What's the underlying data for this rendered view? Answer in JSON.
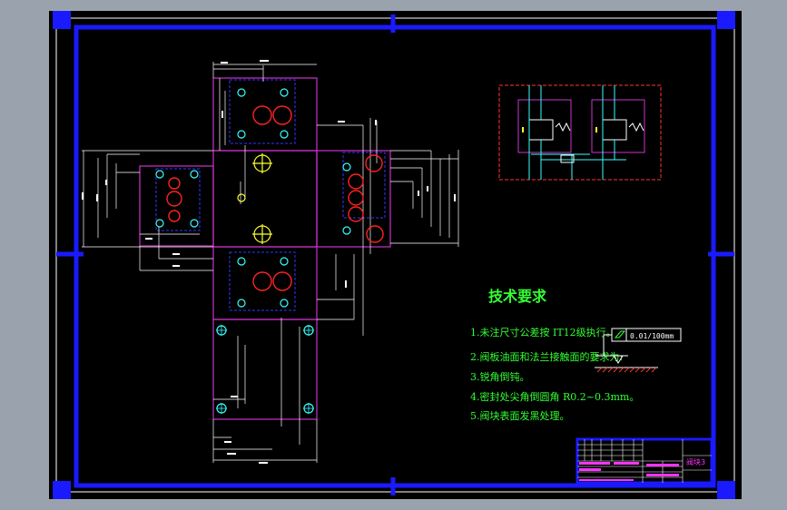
{
  "colors": {
    "background": "#9aa3ad",
    "sheet": "#000000",
    "frame": "#1a1aff",
    "outline": "#cc33cc",
    "dims": "#ffffff",
    "holes": "#ff2222",
    "centers": "#ffff33",
    "dashed": "#3333ff",
    "ports": "#33ffff",
    "schematic_box": "#ff3333",
    "text": "#33ff33",
    "titleblock_text": "#ff33ff"
  },
  "tech": {
    "heading": "技术要求",
    "items": [
      "1.未注尺寸公差按 IT12级执行。",
      "2.阀板油面和法兰接触面的要求为:",
      "3.锐角倒钝。",
      "4.密封处尖角倒圆角 R0.2~0.3mm。",
      "5.阀块表面发黑处理。"
    ]
  },
  "flatness": {
    "value": "0.01/100mm"
  },
  "titleblock": {
    "name": "阀块3"
  }
}
